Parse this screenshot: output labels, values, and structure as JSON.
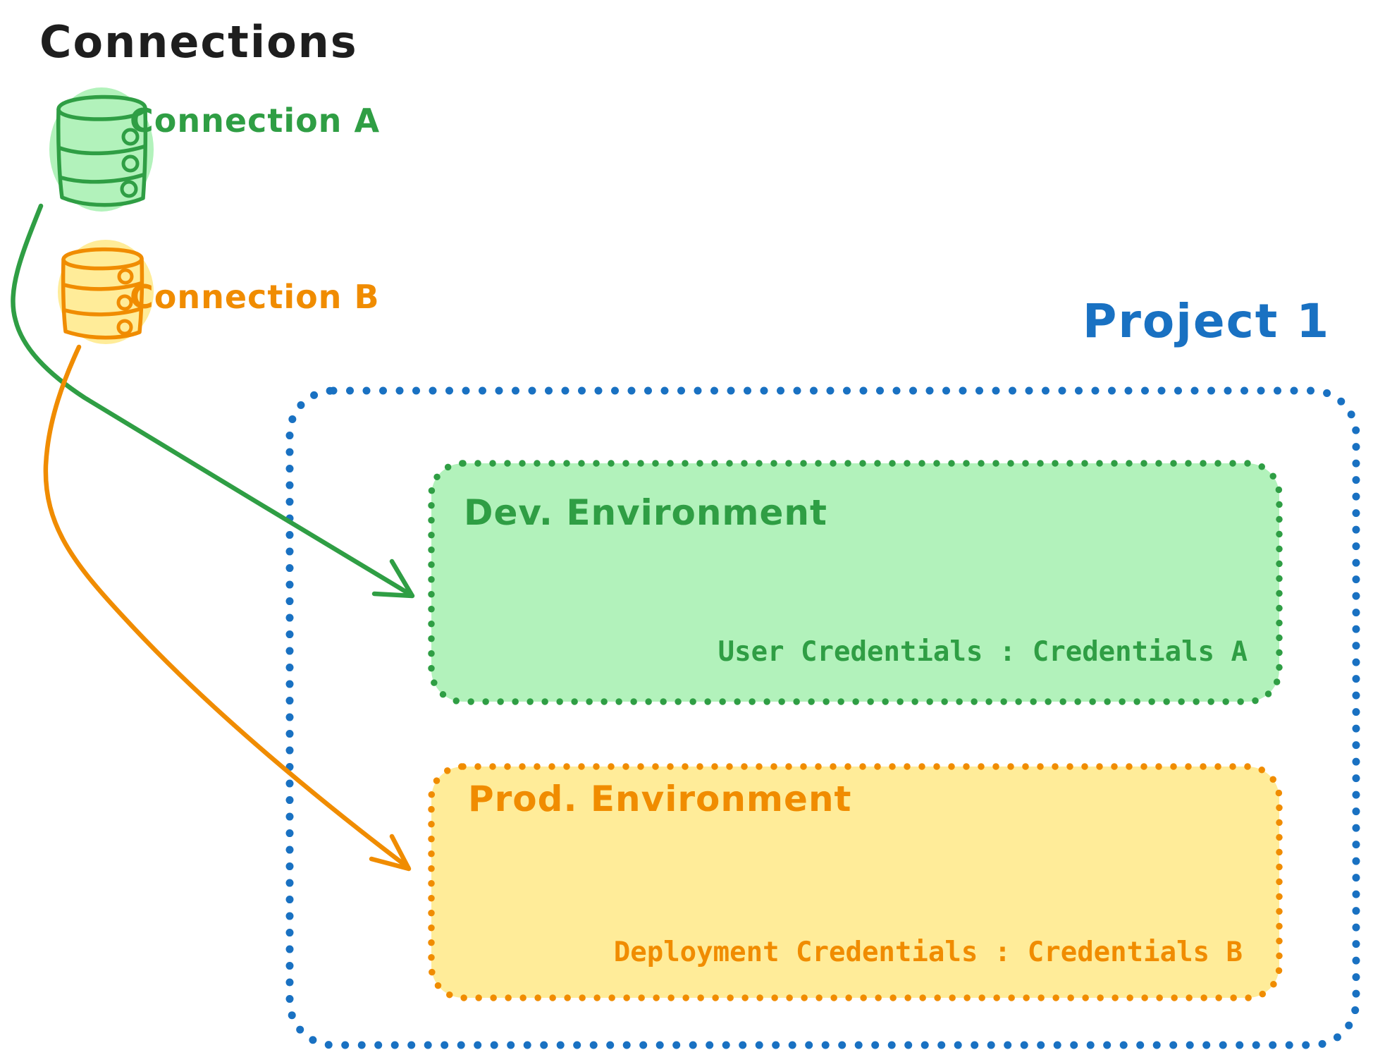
{
  "title": "Connections",
  "connections": [
    {
      "id": "a",
      "label": "Connection A",
      "icon": "database-icon",
      "color": "#2f9e44",
      "fill": "#b2f2bb"
    },
    {
      "id": "b",
      "label": "Connection B",
      "icon": "database-icon",
      "color": "#f08c00",
      "fill": "#ffec99"
    }
  ],
  "project": {
    "label": "Project 1",
    "color": "#1971c2",
    "environments": [
      {
        "id": "dev",
        "label": "Dev. Environment",
        "credentials": "User Credentials : Credentials A",
        "color": "#2f9e44",
        "fill": "#b2f2bb",
        "linked_connection": "Connection A"
      },
      {
        "id": "prod",
        "label": "Prod. Environment",
        "credentials": "Deployment Credentials : Credentials B",
        "color": "#f08c00",
        "fill": "#ffec99",
        "linked_connection": "Connection B"
      }
    ]
  },
  "colors": {
    "ink": "#1e1e1e",
    "green_stroke": "#2f9e44",
    "green_fill": "#b2f2bb",
    "orange_stroke": "#f08c00",
    "orange_fill": "#ffec99",
    "blue_stroke": "#1971c2",
    "background": "#ffffff"
  }
}
